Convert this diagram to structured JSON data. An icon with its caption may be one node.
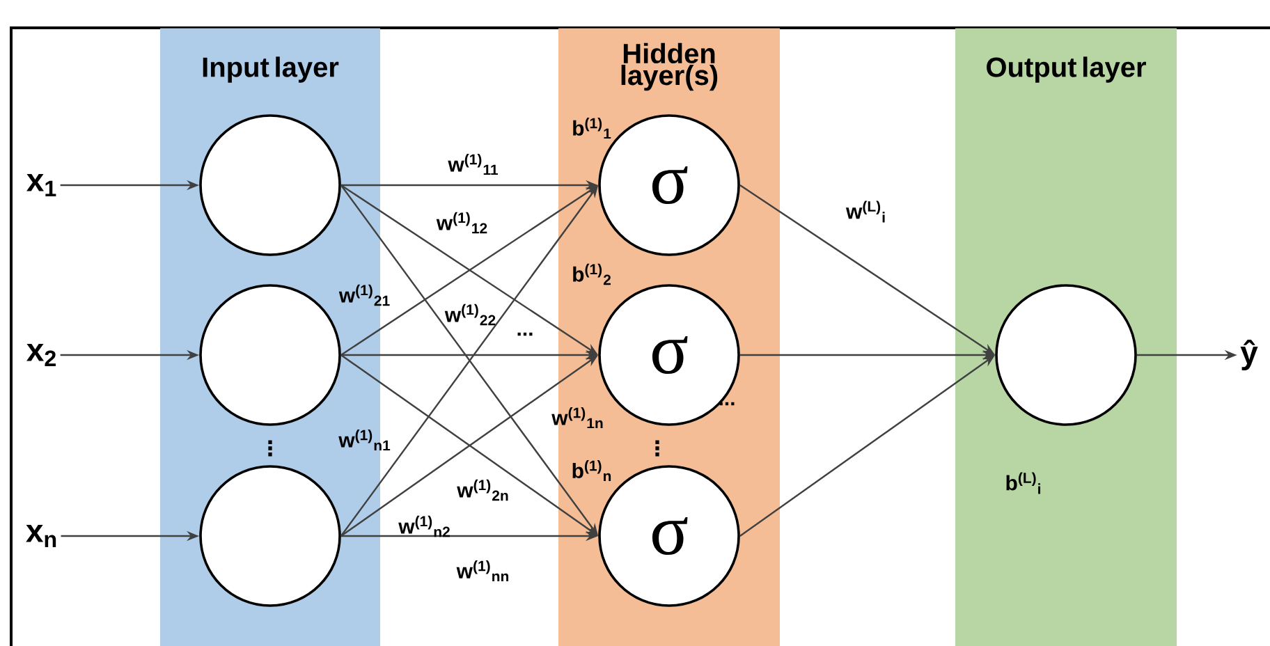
{
  "diagram": {
    "nodes": [
      {
        "text": [
          "Input layer"
        ]
      },
      {
        "text": [
          "Hidden layer(s)"
        ]
      },
      {
        "text": [
          "Output layer"
        ]
      },
      {
        "text": [],
        "shape": "circle",
        "in": 0
      },
      {
        "text": [],
        "shape": "circle",
        "in": 0
      },
      {
        "text": [],
        "shape": "circle",
        "in": 0
      },
      {
        "text": [
          "σ"
        ],
        "in": 1
      },
      {
        "text": [
          "σ"
        ],
        "in": 1
      },
      {
        "text": [
          "σ"
        ],
        "in": 1
      },
      {
        "text": [],
        "shape": "circle",
        "in": 2
      },
      {
        "text": [
          "x$_{1}$"
        ]
      },
      {
        "text": [
          "x$_{2}$"
        ]
      },
      {
        "text": [
          "x$_{n}$"
        ]
      },
      {
        "text": [
          "ŷ"
        ]
      }
    ],
    "edges": [
      {
        "from": 10,
        "to": 3,
        "arrow": "to"
      },
      {
        "from": 11,
        "to": 4,
        "arrow": "to"
      },
      {
        "from": 12,
        "to": 5,
        "arrow": "to"
      },
      {
        "from": 3,
        "to": 6,
        "arrow": "to"
      },
      {
        "from": 3,
        "to": 7,
        "arrow": "to"
      },
      {
        "from": 3,
        "to": 8,
        "arrow": "to"
      },
      {
        "from": 4,
        "to": 6,
        "arrow": "to"
      },
      {
        "from": 4,
        "to": 7,
        "arrow": "to"
      },
      {
        "from": 4,
        "to": 8,
        "arrow": "to"
      },
      {
        "from": 5,
        "to": 6,
        "arrow": "to"
      },
      {
        "from": 5,
        "to": 7,
        "arrow": "to"
      },
      {
        "from": 5,
        "to": 8,
        "arrow": "to"
      },
      {
        "from": 6,
        "to": 9,
        "arrow": "to"
      },
      {
        "from": 7,
        "to": 9,
        "arrow": "to"
      },
      {
        "from": 8,
        "to": 9,
        "arrow": "to"
      },
      {
        "from": 9,
        "to": 13,
        "arrow": "to"
      }
    ],
    "labels": [
      "b$^{(1)}$$_{1}$",
      "w$^{(1)}$$_{11}$",
      "w$^{(L)}$$_{i}$",
      "w$^{(1)}$$_{12}$",
      "b$^{(1)}$$_{2}$",
      "w$^{(1)}$$_{21}$",
      "w$^{(1)}$$_{22}$",
      "...",
      "...",
      "w$^{(1)}$$_{1n}$",
      "w$^{(1)}$$_{n1}$",
      "⋮",
      "⋮",
      "b$^{(1)}$$_{n}$",
      "b$^{(L)}$$_{i}$",
      "w$^{(1)}$$_{2n}$",
      "w$^{(1)}$$_{n2}$",
      "w$^{(1)}$$_{nn}$"
    ]
  }
}
